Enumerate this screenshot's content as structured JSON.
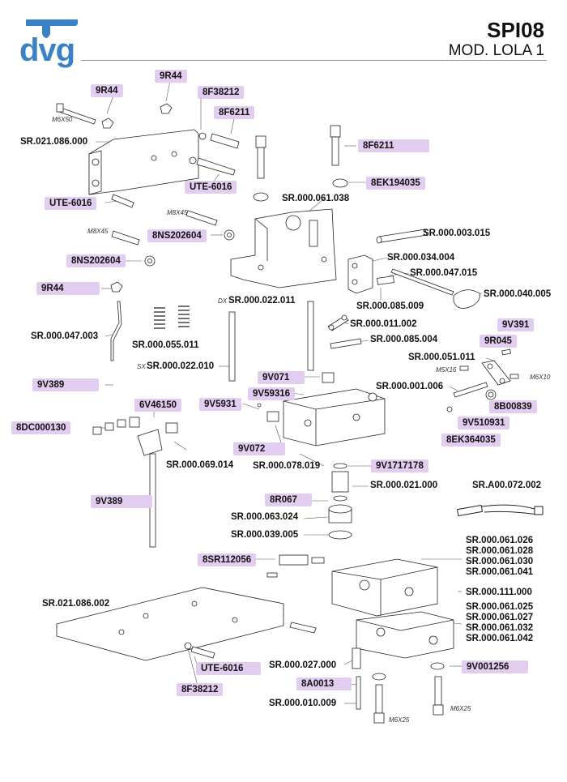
{
  "header": {
    "logo_text": "dvg",
    "title": "SPI08",
    "subtitle": "MOD. LOLA 1"
  },
  "colors": {
    "accent": "#3b82c4",
    "tag_bg": "#e2ccef"
  },
  "tags": {
    "t_9r44_a": "9R44",
    "t_9r44_b": "9R44",
    "t_8f38212_a": "8F38212",
    "t_8f6211_a": "8F6211",
    "t_8f6211_b": "8F6211",
    "t_8ek194035": "8EK194035",
    "t_ute6016_a": "UTE-6016",
    "t_ute6016_b": "UTE-6016",
    "t_8ns202604_a": "8NS202604",
    "t_8ns202604_b": "8NS202604",
    "t_9r44_c": "9R44",
    "t_9v391": "9V391",
    "t_9r045": "9R045",
    "t_9v071": "9V071",
    "t_9v59316": "9V59316",
    "t_9v389_a": "9V389",
    "t_6v46150": "6V46150",
    "t_9v5931": "9V5931",
    "t_8dc000130": "8DC000130",
    "t_9v072": "9V072",
    "t_8b00839": "8B00839",
    "t_9v510931": "9V510931",
    "t_8ek364035": "8EK364035",
    "t_9v1717178": "9V1717178",
    "t_9v389_b": "9V389",
    "t_8r067": "8R067",
    "t_8sr112056": "8SR112056",
    "t_ute6016_c": "UTE-6016",
    "t_8f38212_b": "8F38212",
    "t_8a0013": "8A0013",
    "t_9v001256": "9V001256"
  },
  "labels": {
    "l_sr021086000": "SR.021.086.000",
    "l_sr000061038": "SR.000.061.038",
    "l_sr000003015": "SR.000.003.015",
    "l_sr000034004": "SR.000.034.004",
    "l_sr000047015": "SR.000.047.015",
    "l_sr000040005": "SR.000.040.005",
    "l_sr000085009": "SR.000.085.009",
    "l_sr000022011": "SR.000.022.011",
    "l_sr000011002": "SR.000.011.002",
    "l_sr000085004": "SR.000.085.004",
    "l_sr000047003": "SR.000.047.003",
    "l_sr000055011": "SR.000.055.011",
    "l_sr000022010": "SR.000.022.010",
    "l_sr000051011": "SR.000.051.011",
    "l_sr000001006": "SR.000.001.006",
    "l_sr000069014": "SR.000.069.014",
    "l_sr000078019": "SR.000.078.019",
    "l_sr000021000": "SR.000.021.000",
    "l_sra00072002": "SR.A00.072.002",
    "l_sr000063024": "SR.000.063.024",
    "l_sr000039005": "SR.000.039.005",
    "l_sr000061026": "SR.000.061.026",
    "l_sr000061028": "SR.000.061.028",
    "l_sr000061030": "SR.000.061.030",
    "l_sr000061041": "SR.000.061.041",
    "l_sr000111000": "SR.000.111.000",
    "l_sr021086002": "SR.021.086.002",
    "l_sr000061025": "SR.000.061.025",
    "l_sr000061027": "SR.000.061.027",
    "l_sr000061032": "SR.000.061.032",
    "l_sr000061042": "SR.000.061.042",
    "l_sr000027000": "SR.000.027.000",
    "l_sr000010009": "SR.000.010.009"
  },
  "notes": {
    "n_m6x50": "M6X50",
    "n_m8x45_a": "M8X45",
    "n_m8x45_b": "M8X45",
    "n_dx": "DX",
    "n_sx": "SX",
    "n_m5x16": "M5X16",
    "n_m6x10": "M6X10",
    "n_m6x25_a": "M6X25",
    "n_m6x25_b": "M6X25"
  }
}
